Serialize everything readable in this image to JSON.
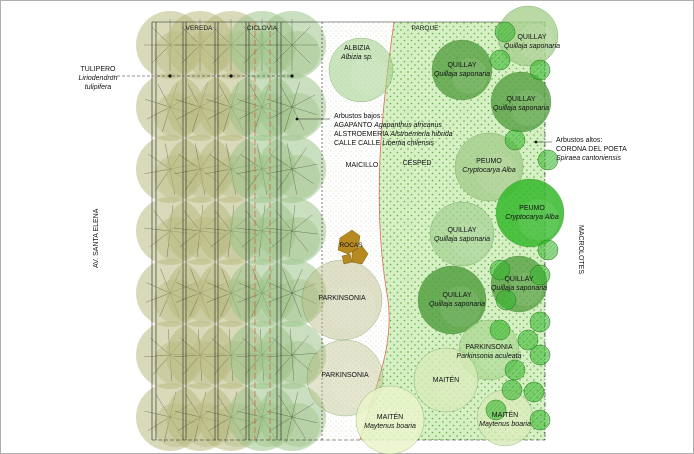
{
  "strips": {
    "vereda": "VEREDA",
    "ciclovia": "CICLOVIA",
    "parque": "PARQUE"
  },
  "streets": {
    "west": "AV. SANTA ELENA",
    "east": "MACROLOTES"
  },
  "zones": {
    "maicillo": "MAICILLO",
    "cesped": "CÉSPED",
    "rocas": "ROCAS"
  },
  "tulipero": {
    "name": "TULIPERO",
    "sci1": "Liriodendron",
    "sci2": "tulipifera"
  },
  "albizia": {
    "name": "ALBIZIA",
    "sci": "Albizia sp."
  },
  "arbustos_bajos": {
    "title": "Arbustos bajos:",
    "l1_name": "AGAPANTO",
    "l1_sci": "Agapanthus africanus",
    "l2_name": "ALSTROEMERIA",
    "l2_sci": "Alstroemeria hibrida",
    "l3_name": "CALLE CALLE",
    "l3_sci": "Libertia chilensis"
  },
  "arbustos_altos": {
    "title": "Arbustos altos:",
    "name": "CORONA DEL POETA",
    "sci": "Spiraea cantoniensis"
  },
  "trees": {
    "quillay": "QUILLAY",
    "quillay_sci": "Quillaja saponaria",
    "peumo": "PEUMO",
    "peumo_sci": "Cryptocarya Alba",
    "parkinsonia": "PARKINSONIA",
    "parkinsonia_sci": "Parkinsonia aculeata",
    "maiten": "MAITÉN",
    "maiten_sci": "Maytenus boaria"
  },
  "colors": {
    "olive": "#b9bb82",
    "lawn": "#d6efc4",
    "bright_green": "#35b82b",
    "dark_green": "#56a043",
    "light_green": "#a8cf8f",
    "rock": "#b68a1e"
  }
}
